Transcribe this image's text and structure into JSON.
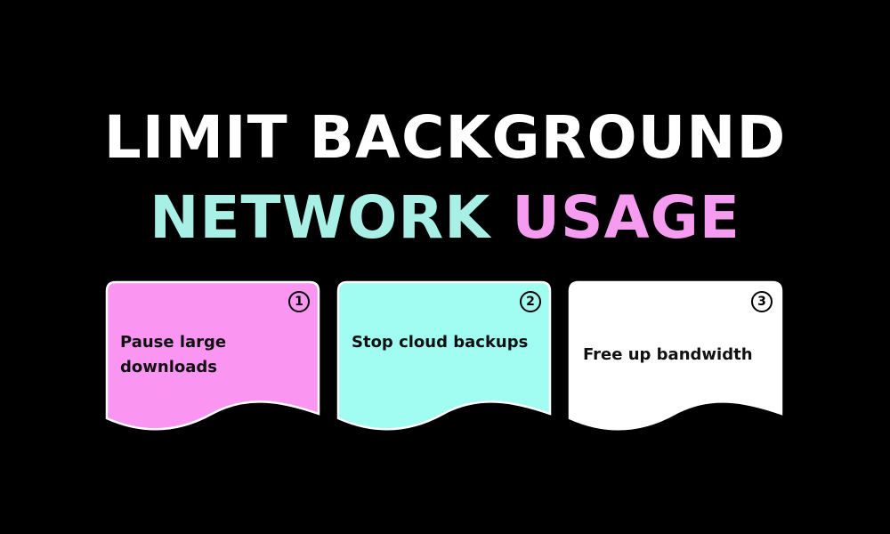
{
  "headline": {
    "line1": "LIMIT BACKGROUND",
    "line2_part1": "NETWORK",
    "line2_part2": "USAGE"
  },
  "colors": {
    "background": "#000000",
    "line1": "#ffffff",
    "line2_part1": "#a8f0e6",
    "line2_part2": "#f59cf0",
    "card1": "#fa95f2",
    "card2": "#a1fcf1",
    "card3": "#ffffff"
  },
  "cards": [
    {
      "number": "1",
      "label": "Pause large downloads"
    },
    {
      "number": "2",
      "label": "Stop cloud backups"
    },
    {
      "number": "3",
      "label": "Free up bandwidth"
    }
  ]
}
